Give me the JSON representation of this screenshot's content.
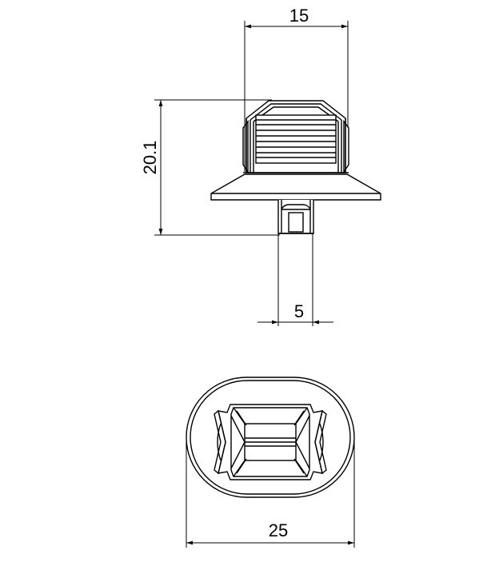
{
  "dimensions": {
    "top_width": "15",
    "height": "20.1",
    "shaft_width": "5",
    "bottom_width": "25"
  },
  "colors": {
    "line": "#000000",
    "background": "#ffffff",
    "fill": "#ffffff"
  }
}
